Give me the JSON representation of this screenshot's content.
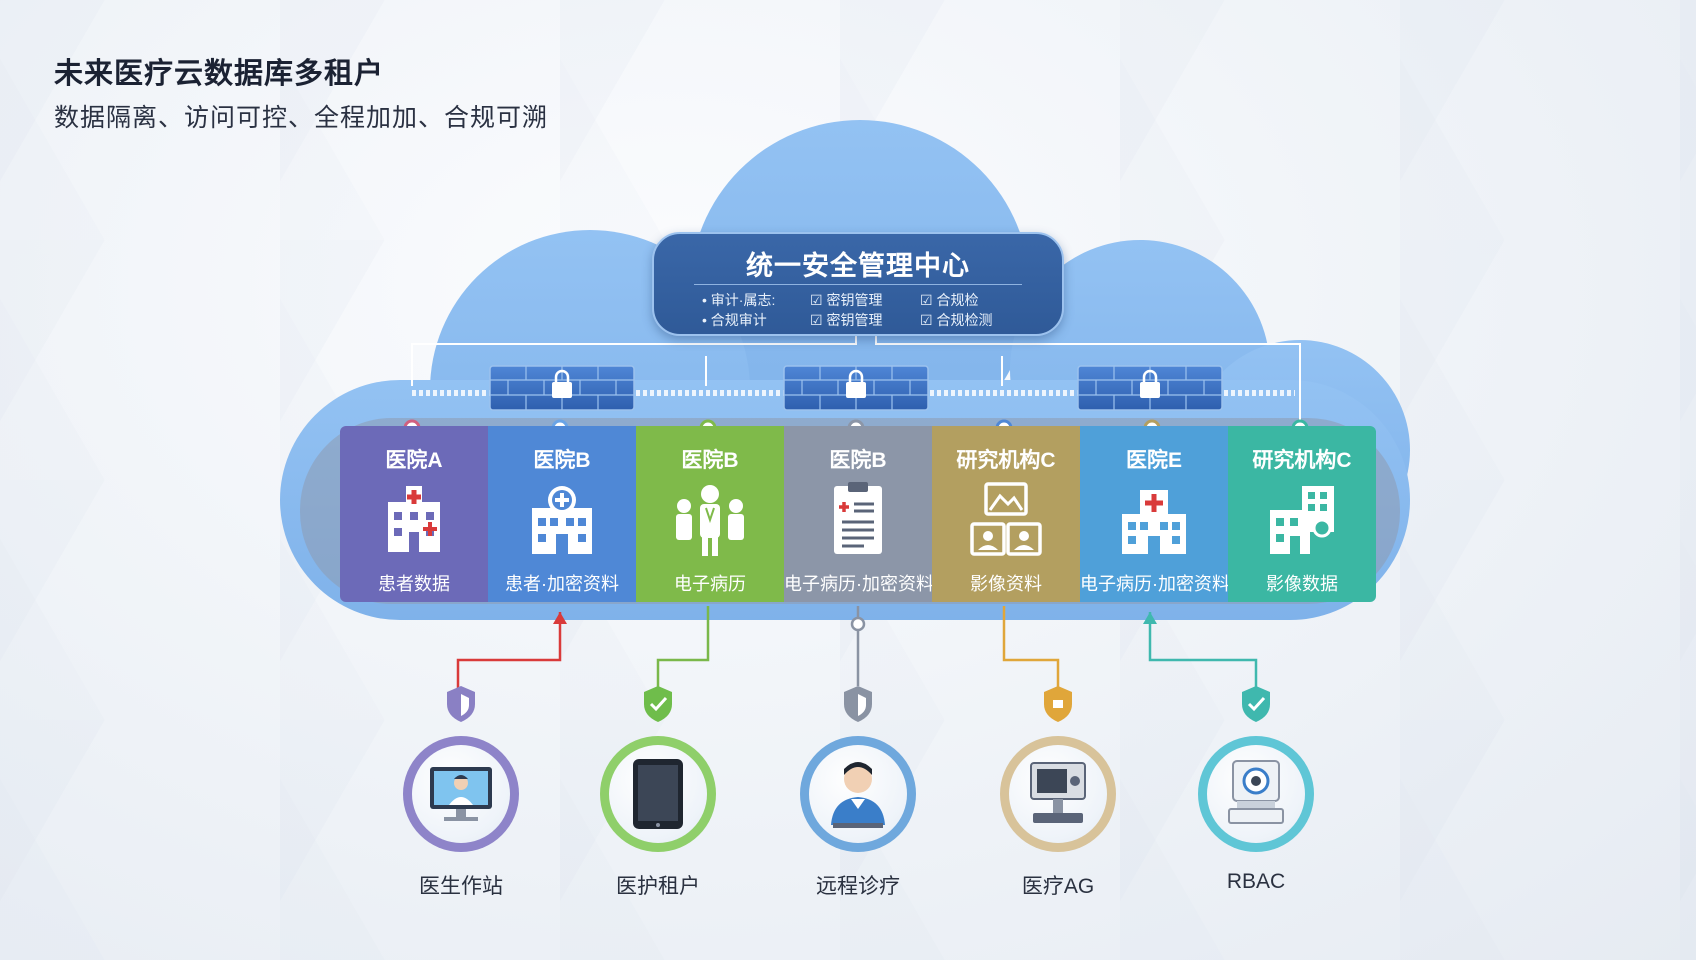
{
  "header": {
    "title": "未来医疗云数据库多租户",
    "subtitle": "数据隔离、访问可控、全程加加、合规可溯"
  },
  "center": {
    "title": "统一安全管理中心",
    "features": [
      "• 审计·属志:",
      "☑ 密钥管理",
      "☑ 合规检",
      "• 合规审计",
      "☑ 密钥管理",
      "☑ 合规检测"
    ]
  },
  "tenants": [
    {
      "name": "医院A",
      "label": "患者数据",
      "color": "#6c6ab8",
      "icon": "hospital-icon"
    },
    {
      "name": "医院B",
      "label": "患者·加密资料",
      "color": "#4f88d6",
      "icon": "hospital-icon"
    },
    {
      "name": "医院B",
      "label": "电子病历",
      "color": "#7fba4a",
      "icon": "medical-staff-icon"
    },
    {
      "name": "医院B",
      "label": "电子病历·加密资料",
      "color": "#8c96a8",
      "icon": "document-icon"
    },
    {
      "name": "研究机构C",
      "label": "影像资料",
      "color": "#b39f60",
      "icon": "imaging-icon"
    },
    {
      "name": "医院E",
      "label": "电子病历·加密资料",
      "color": "#4fa0d9",
      "icon": "hospital-icon"
    },
    {
      "name": "研究机构C",
      "label": "影像数据",
      "color": "#3bb7a3",
      "icon": "research-building-icon"
    }
  ],
  "nodes": [
    {
      "label": "医生作站",
      "ring": "#8e84c9",
      "shield": "#8a80c4",
      "icon": "doctor-workstation-icon"
    },
    {
      "label": "医护租户",
      "ring": "#8fcf6a",
      "shield": "#6fbd4b",
      "icon": "tablet-icon"
    },
    {
      "label": "远程诊疗",
      "ring": "#6fa8dd",
      "shield": "#8a93a3",
      "icon": "doctor-avatar-icon"
    },
    {
      "label": "医疗AG",
      "ring": "#d8c39a",
      "shield": "#e0a63a",
      "icon": "medical-device-icon"
    },
    {
      "label": "RBAC",
      "ring": "#5fc6d6",
      "shield": "#3fb8ae",
      "icon": "imaging-machine-icon"
    }
  ],
  "colors": {
    "cloud": "#8fbdf0",
    "cloud_dark": "#6aa4e6",
    "firewall": "#3f72c4",
    "line_red": "#d93a3a",
    "line_green": "#7ab84a",
    "line_gray": "#8a93a3",
    "line_gold": "#e0a63a",
    "line_teal": "#3fb8ae"
  }
}
